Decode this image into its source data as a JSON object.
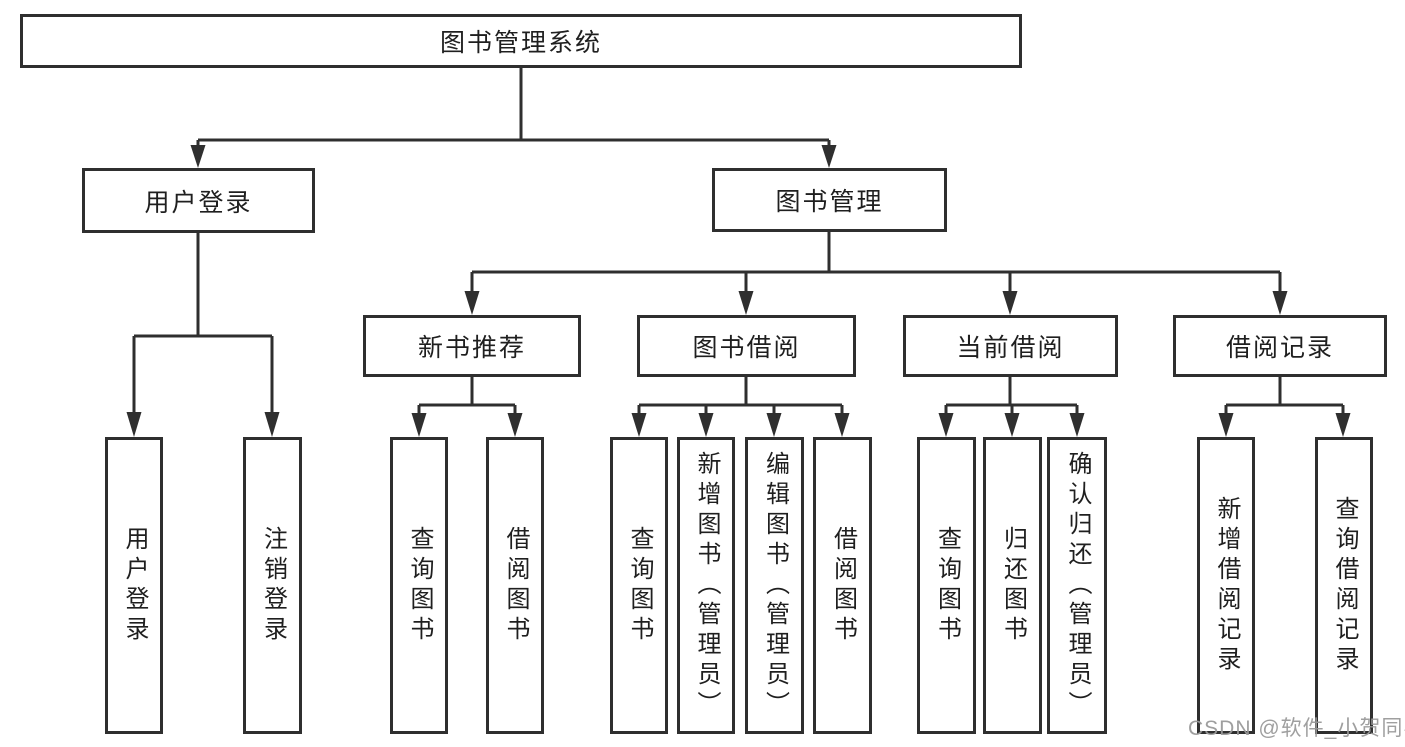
{
  "diagram": {
    "title": "图书管理系统",
    "tree": {
      "root": {
        "label": "图书管理系统"
      },
      "branches": [
        {
          "label": "用户登录",
          "children": [
            {
              "label": "用户登录"
            },
            {
              "label": "注销登录"
            }
          ]
        },
        {
          "label": "图书管理",
          "children": [
            {
              "label": "新书推荐",
              "children": [
                {
                  "label": "查询图书"
                },
                {
                  "label": "借阅图书"
                }
              ]
            },
            {
              "label": "图书借阅",
              "children": [
                {
                  "label": "查询图书"
                },
                {
                  "label": "新增图书（管理员）"
                },
                {
                  "label": "编辑图书（管理员）"
                },
                {
                  "label": "借阅图书"
                }
              ]
            },
            {
              "label": "当前借阅",
              "children": [
                {
                  "label": "查询图书"
                },
                {
                  "label": "归还图书"
                },
                {
                  "label": "确认归还（管理员）"
                }
              ]
            },
            {
              "label": "借阅记录",
              "children": [
                {
                  "label": "新增借阅记录"
                },
                {
                  "label": "查询借阅记录"
                }
              ]
            }
          ]
        }
      ]
    },
    "colors": {
      "line": "#2f2f2f",
      "text": "#1f1f1f",
      "background": "#ffffff",
      "watermark": "#9a9a9a"
    }
  },
  "watermark": "CSDN @软件_小贺同学"
}
